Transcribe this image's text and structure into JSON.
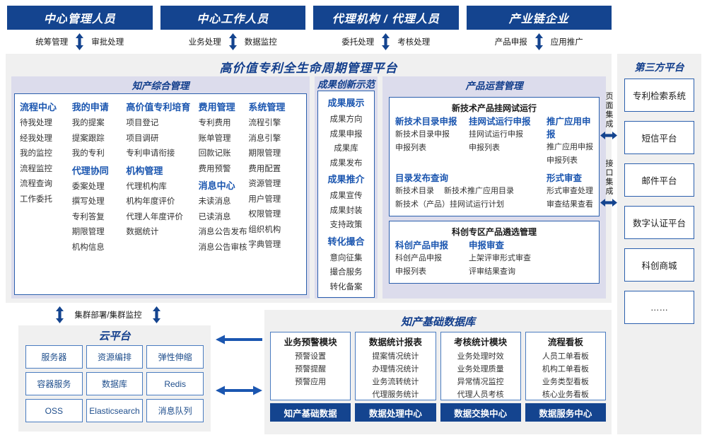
{
  "roles": [
    {
      "title": "中心管理人员",
      "left_action": "统筹管理",
      "right_action": "审批处理"
    },
    {
      "title": "中心工作人员",
      "left_action": "业务处理",
      "right_action": "数据监控"
    },
    {
      "title": "代理机构 / 代理人员",
      "left_action": "委托处理",
      "right_action": "考核处理"
    },
    {
      "title": "产业链企业",
      "left_action": "产品申报",
      "right_action": "应用推广"
    }
  ],
  "platform": {
    "title": "高价值专利全生命周期管理平台",
    "columns": {
      "integrated": {
        "title": "知产综合管理",
        "groups": [
          {
            "head": "流程中心",
            "items": [
              "待我处理",
              "经我处理",
              "我的监控",
              "流程监控",
              "流程查询",
              "工作委托"
            ]
          },
          {
            "head": "我的申请",
            "items": [
              "我的提案",
              "提案跟踪",
              "我的专利"
            ]
          },
          {
            "head": "代理协同",
            "items": [
              "委案处理",
              "撰写处理",
              "专利答复",
              "期限管理",
              "机构信息"
            ]
          },
          {
            "head": "高价值专利培育",
            "items": [
              "项目登记",
              "项目调研",
              "专利申请衔接"
            ]
          },
          {
            "head": "机构管理",
            "items": [
              "代理机构库",
              "机构年度评价",
              "代理人年度评价",
              "数据统计"
            ]
          },
          {
            "head": "费用管理",
            "items": [
              "专利费用",
              "账单管理",
              "回款记账",
              "费用预警"
            ]
          },
          {
            "head": "消息中心",
            "items": [
              "未读消息",
              "已读消息",
              "消息公告发布",
              "消息公告审核"
            ]
          },
          {
            "head": "系统管理",
            "items": [
              "流程引擎",
              "消息引擎",
              "期限管理",
              "费用配置",
              "资源管理",
              "用户管理",
              "权限管理",
              "组织机构",
              "字典管理"
            ]
          }
        ]
      },
      "achievement": {
        "title": "成果创新示范",
        "groups": [
          {
            "head": "成果展示",
            "items": [
              "成果方向",
              "成果申报",
              "成果库",
              "成果发布"
            ]
          },
          {
            "head": "成果推介",
            "items": [
              "成果宣传",
              "成果封装",
              "支持政策"
            ]
          },
          {
            "head": "转化撮合",
            "items": [
              "意向征集",
              "撮合服务",
              "转化备案"
            ]
          }
        ]
      },
      "operations": {
        "title": "产品运营管理",
        "boxes": [
          {
            "title": "新技术产品挂网试运行",
            "groups": [
              {
                "head": "新技术目录申报",
                "items": [
                  "新技术目录申报",
                  "申报列表"
                ]
              },
              {
                "head": "挂网试运行申报",
                "items": [
                  "挂网试运行申报",
                  "申报列表"
                ]
              },
              {
                "head": "推广应用申报",
                "items": [
                  "推广应用申报",
                  "申报列表"
                ]
              }
            ],
            "groups2": [
              {
                "head": "目录发布查询",
                "items_row1": [
                  "新技术目录",
                  "新技术推广应用目录"
                ],
                "items_row2": [
                  "新技术（产品）挂网试运行计划"
                ]
              },
              {
                "head": "形式审查",
                "items": [
                  "形式审查处理",
                  "审查结果查看"
                ]
              }
            ]
          },
          {
            "title": "科创专区产品遴选管理",
            "groups": [
              {
                "head": "科创产品申报",
                "items": [
                  "科创产品申报",
                  "申报列表"
                ]
              },
              {
                "head": "申报审查",
                "items": [
                  "上架评审形式审查",
                  "评审结果查询"
                ]
              }
            ]
          }
        ]
      }
    }
  },
  "third_party": {
    "title": "第三方平台",
    "items": [
      "专利检索系统",
      "短信平台",
      "邮件平台",
      "数字认证平台",
      "科创商城",
      "……"
    ],
    "integration_labels": [
      "页面集成",
      "接口集成"
    ]
  },
  "cluster": {
    "label": "集群部署/集群监控"
  },
  "cloud": {
    "title": "云平台",
    "items": [
      "服务器",
      "资源编排",
      "弹性伸缩",
      "容器服务",
      "数据库",
      "Redis",
      "OSS",
      "Elasticsearch",
      "消息队列"
    ]
  },
  "database": {
    "title": "知产基础数据库",
    "columns": [
      {
        "head": "业务预警模块",
        "items": [
          "预警设置",
          "预警提醒",
          "预警应用"
        ],
        "footer": "知产基础数据"
      },
      {
        "head": "数据统计报表",
        "items": [
          "提案情况统计",
          "办理情况统计",
          "业务流转统计",
          "代理服务统计"
        ],
        "footer": "数据处理中心"
      },
      {
        "head": "考核统计模块",
        "items": [
          "业务处理时效",
          "业务处理质量",
          "异常情况监控",
          "代理人员考核"
        ],
        "footer": "数据交换中心"
      },
      {
        "head": "流程看板",
        "items": [
          "人员工单看板",
          "机构工单看板",
          "业务类型看板",
          "核心业务看板"
        ],
        "footer": "数据服务中心"
      }
    ]
  },
  "colors": {
    "navy": "#14448f",
    "accent_blue": "#1b56b0",
    "panel_gray": "#f0f0f0",
    "band": "#dcdcec"
  }
}
